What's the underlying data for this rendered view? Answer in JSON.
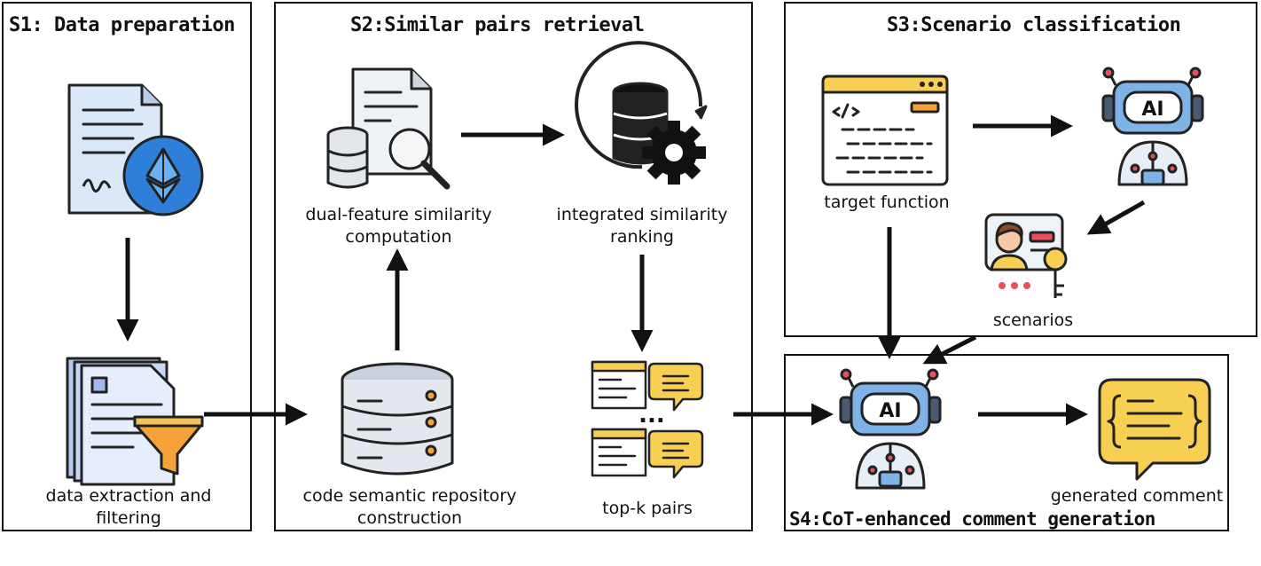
{
  "stages": {
    "s1": {
      "title": "S1: Data preparation",
      "item_a": "",
      "item_b": "data extraction and filtering"
    },
    "s2": {
      "title": "S2:Similar pairs retrieval",
      "dual": [
        "dual-feature similarity",
        "computation"
      ],
      "ranking": [
        "integrated similarity",
        "ranking"
      ],
      "repo": [
        "code semantic repository",
        "construction"
      ],
      "topk": "top-k pairs",
      "ellipsis": "..."
    },
    "s3": {
      "title": "S3:Scenario classification",
      "target": "target function",
      "scenarios": "scenarios"
    },
    "s4": {
      "title": "S4:CoT-enhanced comment  generation",
      "generated": "generated comment"
    }
  },
  "data_caption": [
    "data extraction and",
    "filtering"
  ],
  "ai_label": "AI",
  "colors": {
    "accent_blue": "#2e7fd9",
    "robot_blue": "#7fb3e8",
    "yellow": "#f7cf52",
    "orange": "#f6a23a",
    "grey": "#c9d2dc"
  }
}
